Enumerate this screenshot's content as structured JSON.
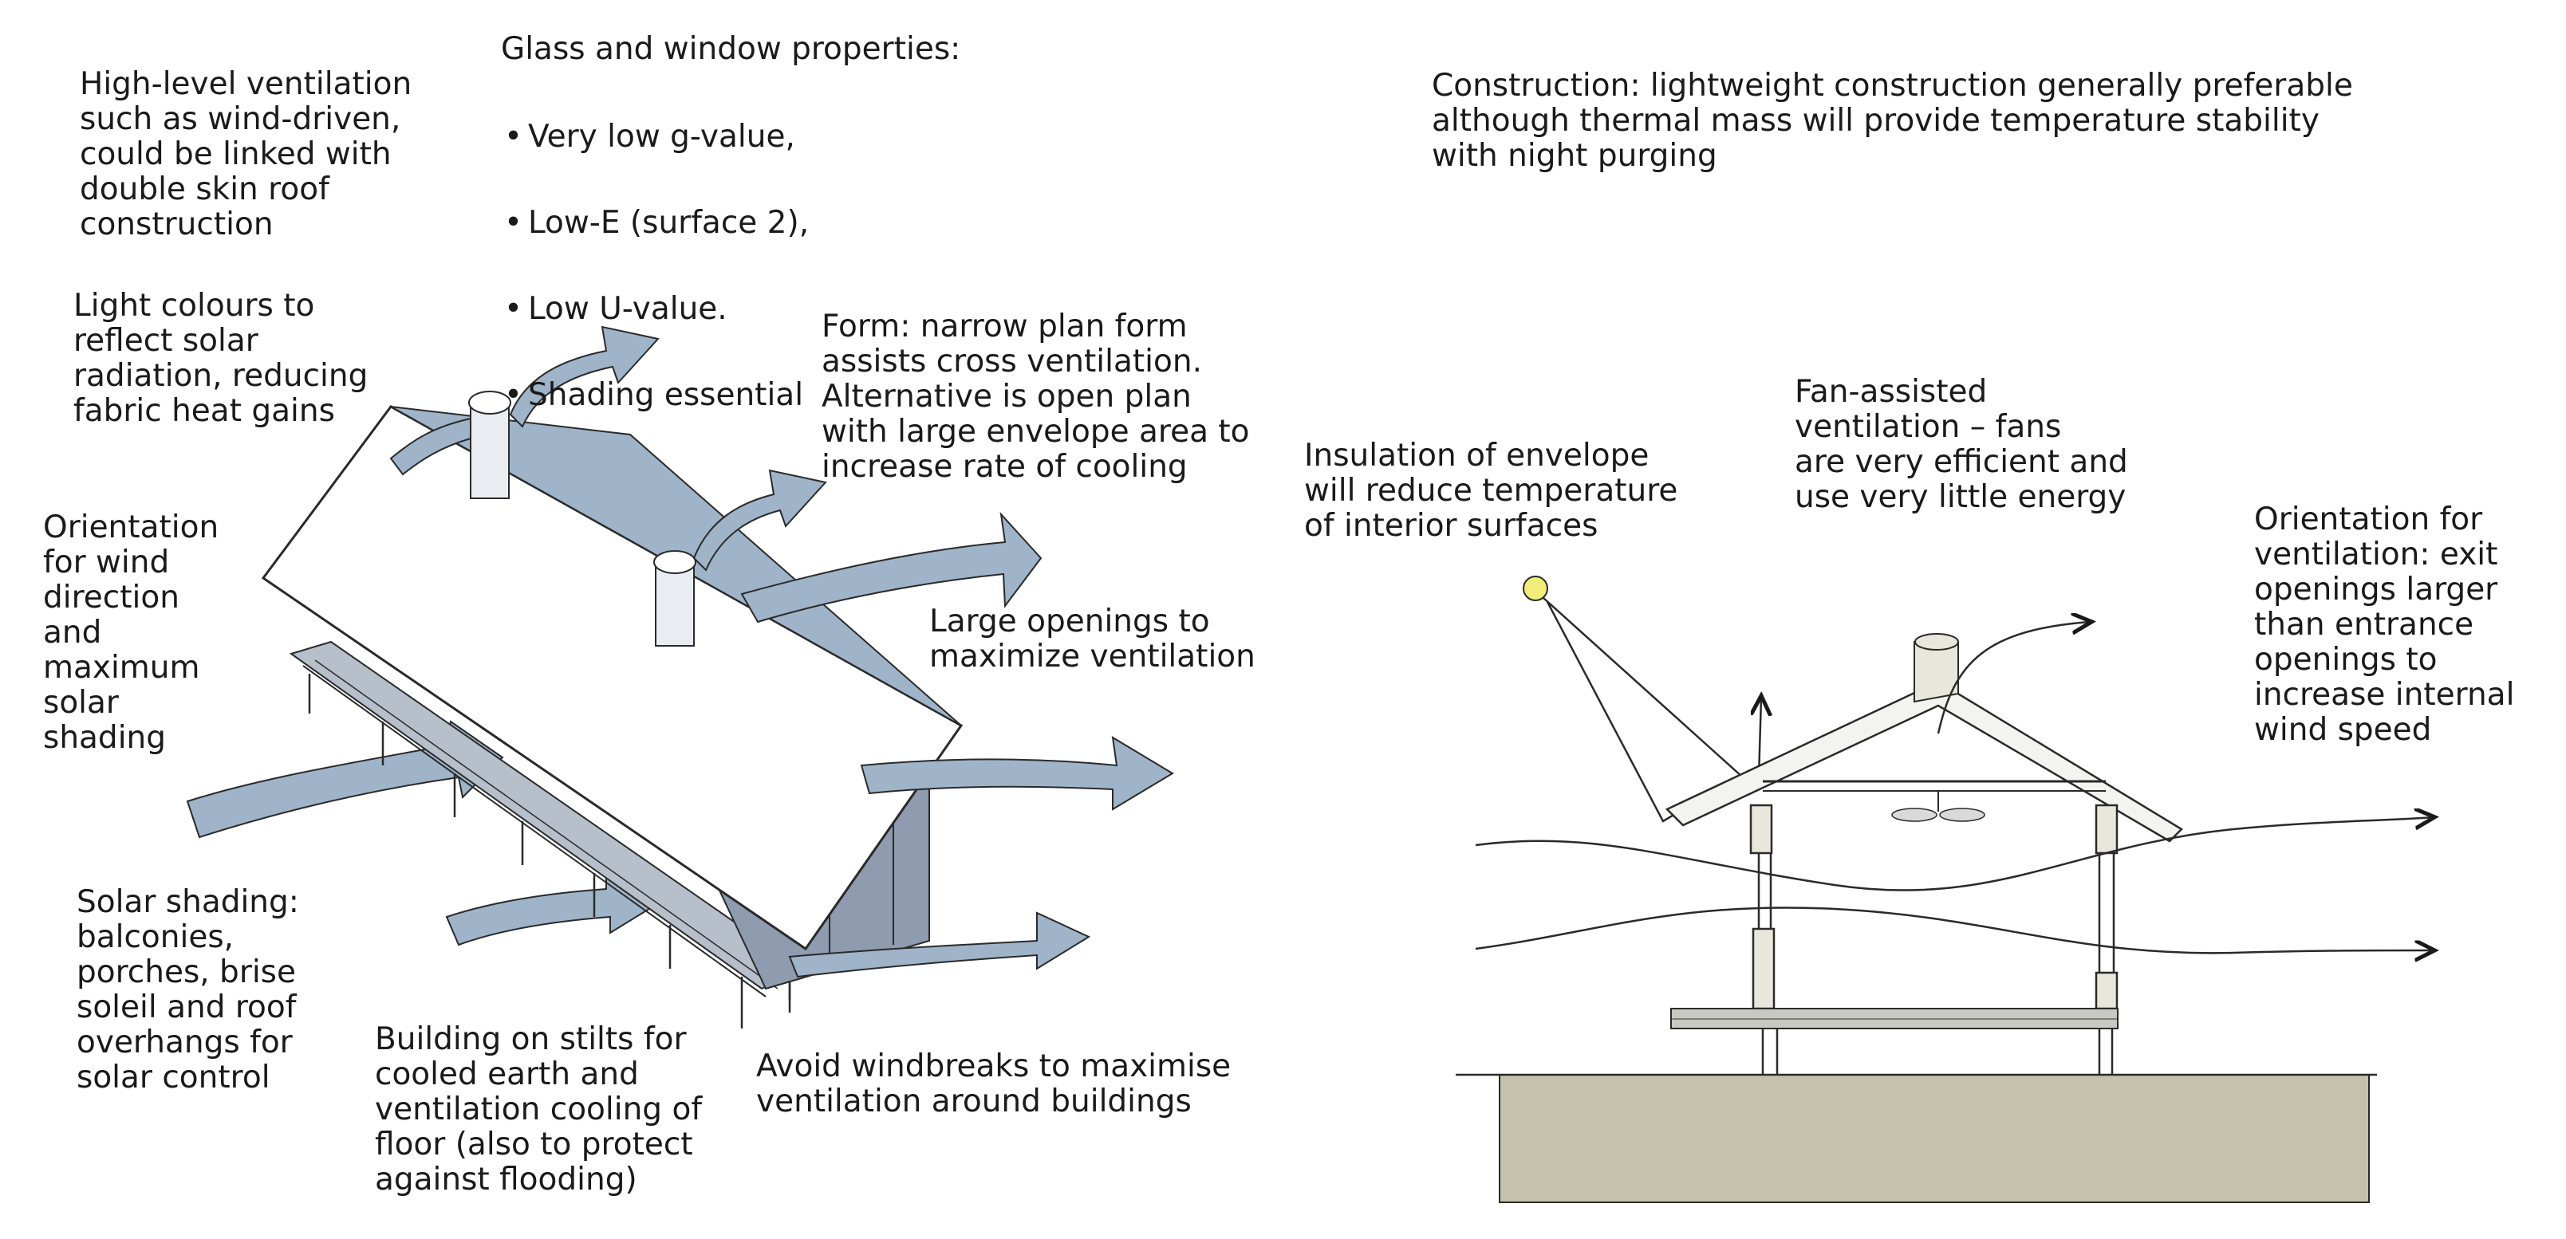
{
  "left_panel": {
    "high_level_ventilation": "High-level ventilation\nsuch as wind-driven,\ncould be linked with\ndouble skin roof\nconstruction",
    "glass_heading": "Glass and window properties:",
    "glass_items": [
      "Very low g-value,",
      "Low-E (surface 2),",
      "Low U-value.",
      "Shading essential"
    ],
    "light_colours": "Light colours to\nreflect solar\nradiation, reducing\nfabric heat gains",
    "form": "Form: narrow plan form\nassists cross ventilation.\nAlternative is open plan\nwith large envelope area to\nincrease rate of cooling",
    "orientation_wind": "Orientation\nfor wind\ndirection\nand\nmaximum\nsolar\nshading",
    "large_openings": "Large openings to\nmaximize ventilation",
    "solar_shading": "Solar shading:\nbalconies,\nporches, brise\nsoleil and roof\noverhangs for\nsolar control",
    "stilts": "Building on stilts for\ncooled earth and\nventilation cooling of\nfloor (also to protect\nagainst flooding)",
    "windbreaks": "Avoid windbreaks to maximise\nventilation around buildings"
  },
  "right_panel": {
    "construction": "Construction: lightweight construction generally preferable\nalthough thermal mass will provide temperature stability\nwith night purging",
    "fan_assisted": "Fan-assisted\nventilation – fans\nare very efficient and\nuse very little energy",
    "insulation": "Insulation of envelope\nwill reduce temperature\nof interior surfaces",
    "orientation_ventilation": "Orientation for\nventilation: exit\nopenings larger\nthan entrance\nopenings to\nincrease internal\nwind speed"
  },
  "colors": {
    "airflow": "#9fb4c9",
    "airflow_dark": "#7f97ad",
    "wall_shade": "#8f9bae",
    "roof": "#ffffff",
    "ground": "#c4c1ad",
    "sun": "#f2ec7a",
    "ink": "#1a1a1a"
  }
}
